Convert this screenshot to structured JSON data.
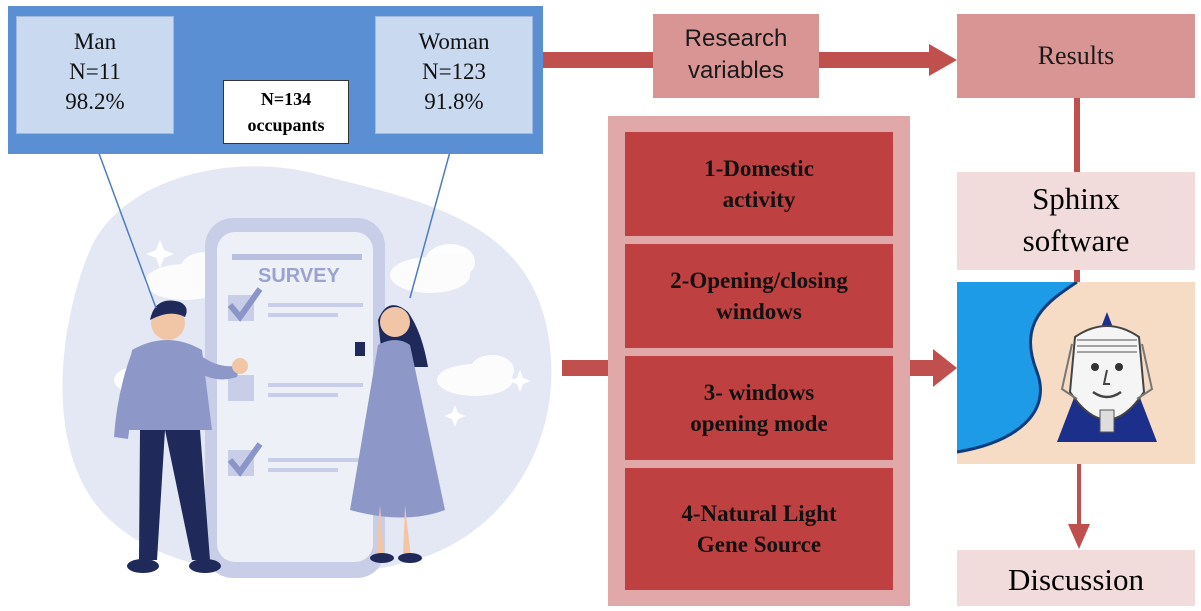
{
  "sample": {
    "man": {
      "label": "Man",
      "n": "N=11",
      "pct": "98.2%"
    },
    "woman": {
      "label": "Woman",
      "n": "N=123",
      "pct": "91.8%"
    },
    "total": {
      "line1": "N=134",
      "line2": "occupants"
    }
  },
  "illustration": {
    "survey_label": "SURVEY"
  },
  "flow": {
    "research_variables": {
      "line1": "Research",
      "line2": "variables"
    },
    "results": "Results",
    "software": {
      "line1": "Sphinx",
      "line2": "software"
    },
    "discussion": "Discussion"
  },
  "variables": [
    {
      "line1": "1-Domestic",
      "line2": "activity"
    },
    {
      "line1": "2-Opening/closing",
      "line2": "windows"
    },
    {
      "line1": "3- windows",
      "line2": "opening mode"
    },
    {
      "line1": "4-Natural Light",
      "line2": "Gene Source"
    }
  ],
  "colors": {
    "blue_panel": "#5b8fd4",
    "light_blue": "#c9d9ef",
    "arrow_red": "#c0504d",
    "variable_red": "#bf4040",
    "pink": "#d99594",
    "light_pink": "#f2dcdb"
  }
}
